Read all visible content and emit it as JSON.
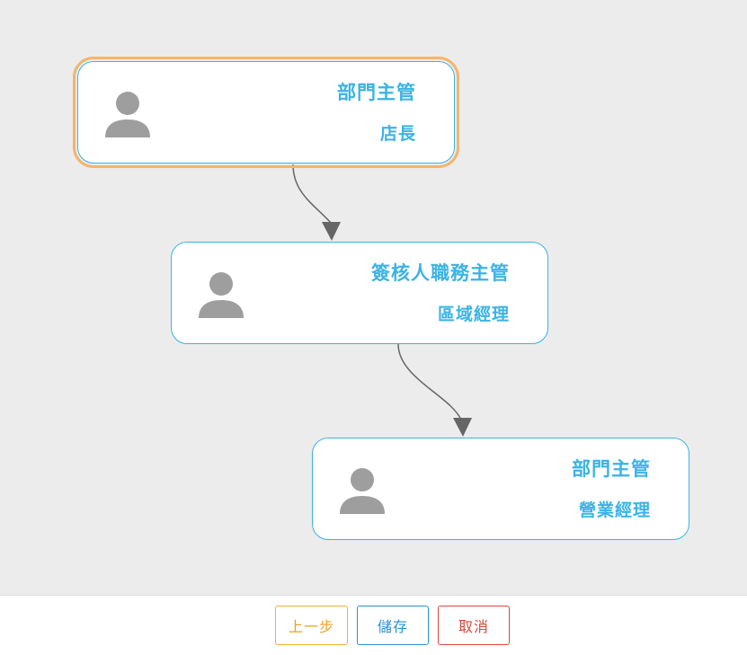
{
  "nodes": [
    {
      "role": "部門主管",
      "title": "店長",
      "selected": true
    },
    {
      "role": "簽核人職務主管",
      "title": "區域經理",
      "selected": false
    },
    {
      "role": "部門主管",
      "title": "營業經理",
      "selected": false
    }
  ],
  "icons": {
    "avatar": "person-icon",
    "edge": "arrow-down-icon"
  },
  "colors": {
    "node_border": "#3bb3e4",
    "node_text": "#3bb3e4",
    "selected_outline": "#f5b46a",
    "avatar": "#9e9e9e",
    "edge": "#666666",
    "canvas_bg": "#ececec"
  },
  "footer": {
    "prev_label": "上一步",
    "save_label": "儲存",
    "cancel_label": "取消"
  }
}
